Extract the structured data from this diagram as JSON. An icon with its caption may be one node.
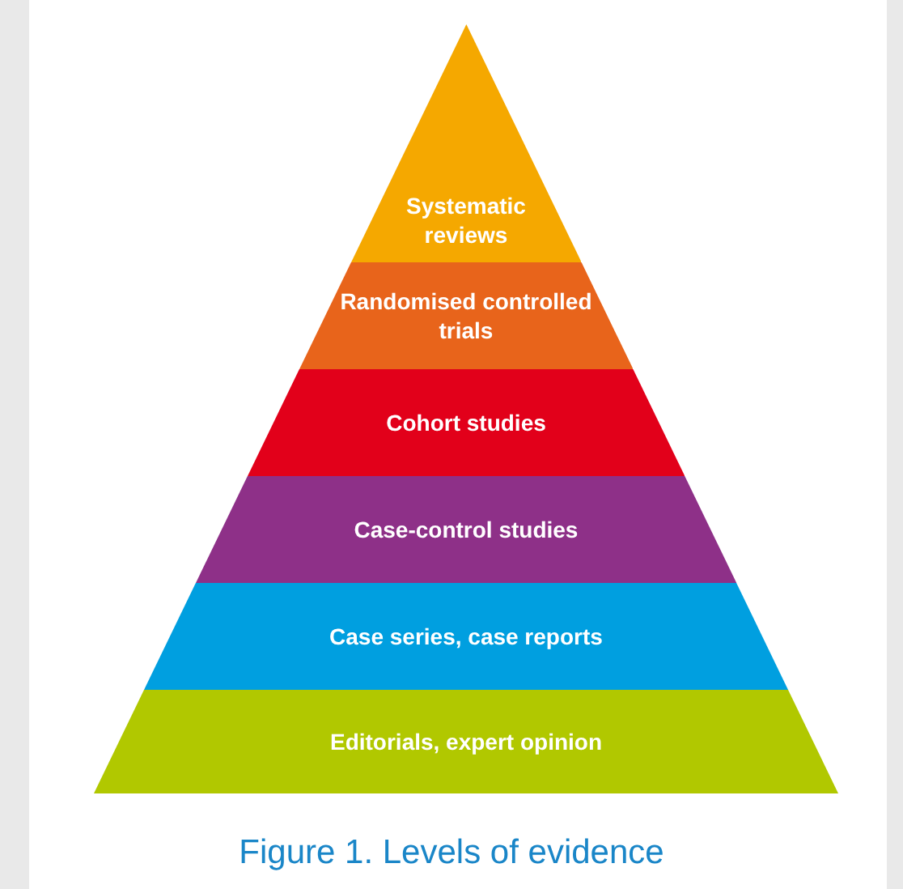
{
  "diagram": {
    "caption": "Figure 1. Levels of evidence",
    "nodes": [
      {
        "text": [
          "Systematic reviews"
        ]
      },
      {
        "text": [
          "Randomised controlled trials"
        ]
      },
      {
        "text": [
          "Cohort studies"
        ]
      },
      {
        "text": [
          "Case-control studies"
        ]
      },
      {
        "text": [
          "Case series, case reports"
        ]
      },
      {
        "text": [
          "Editorials, expert opinion"
        ]
      }
    ],
    "edges": []
  }
}
